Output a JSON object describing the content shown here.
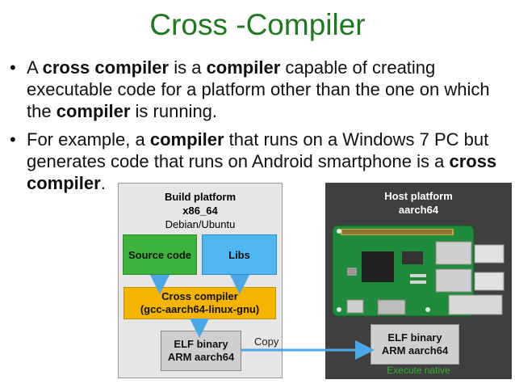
{
  "slide": {
    "title": "Cross -Compiler",
    "bullet1": {
      "p1": "A ",
      "b1": "cross compiler",
      "p2": " is a ",
      "b2": "compiler",
      "p3": " capable of creating executable code for a platform other than the one on which the ",
      "b3": "compiler",
      "p4": " is running."
    },
    "bullet2": {
      "p1": "For example, a ",
      "b1": "compiler",
      "p2": " that runs on a Windows 7 PC but generates code that runs on Android smartphone is a ",
      "b2": "cross compiler",
      "p3": "."
    },
    "bullet_symbol": "•"
  },
  "diagram": {
    "build": {
      "line1": "Build platform",
      "line2": "x86_64",
      "line3": "Debian/Ubuntu",
      "source": "Source code",
      "libs": "Libs",
      "cc1": "Cross compiler",
      "cc2": "(gcc-aarch64-linux-gnu)",
      "elf1": "ELF binary",
      "elf2": "ARM aarch64"
    },
    "copy": "Copy",
    "host": {
      "line1": "Host platform",
      "line2": "aarch64",
      "elf1": "ELF binary",
      "elf2": "ARM aarch64",
      "exec": "Execute native"
    },
    "colors": {
      "title": "#1e7a1e",
      "source": "#3cb43c",
      "libs": "#4fb6ef",
      "compiler": "#f4b400",
      "arrow": "#4aa8e8",
      "host_bg": "#3f3f3f"
    }
  }
}
